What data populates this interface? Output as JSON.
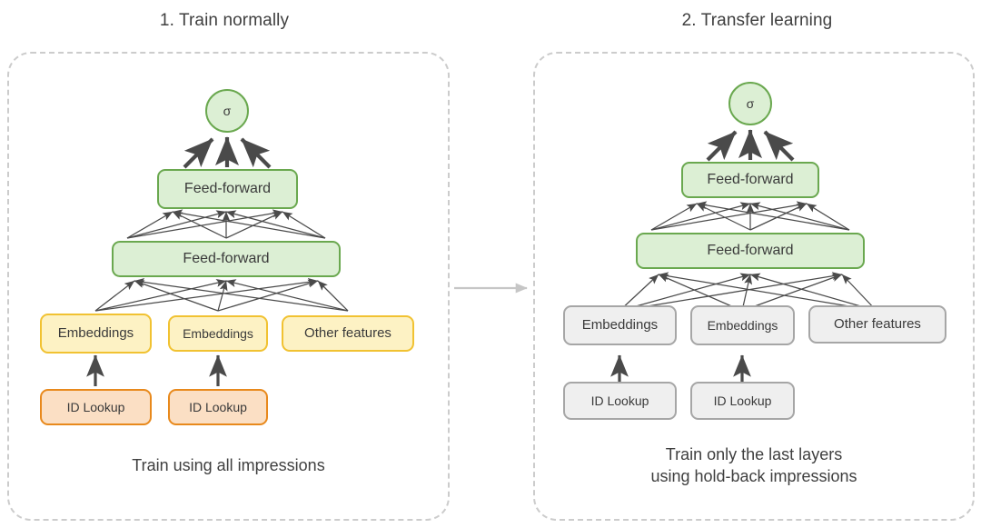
{
  "diagram": {
    "title_left": "1. Train normally",
    "title_right": "2. Transfer learning",
    "caption_left": "Train using all impressions",
    "caption_right": "Train only the last layers\nusing hold-back impressions",
    "sigma_label": "σ",
    "colors": {
      "green_fill": "#dcefd4",
      "green_border": "#6aa84f",
      "yellow_fill": "#fdf2c4",
      "yellow_border": "#f1c232",
      "orange_fill": "#fbdfc4",
      "orange_border": "#e8891c",
      "gray_fill": "#efefef",
      "gray_border": "#a6a6a6",
      "panel_border": "#cccccc",
      "arrow": "#4a4a4a",
      "transfer_arrow": "#cccccc",
      "text": "#3f3f3f"
    },
    "left_panel": {
      "output_node": "σ",
      "feed_forward_top": "Feed-forward",
      "feed_forward_wide": "Feed-forward",
      "feature_row": [
        "Embeddings",
        "Embeddings",
        "Other features"
      ],
      "lookup_row": [
        "ID Lookup",
        "ID Lookup"
      ]
    },
    "right_panel": {
      "output_node": "σ",
      "feed_forward_top": "Feed-forward",
      "feed_forward_wide": "Feed-forward",
      "feature_row": [
        "Embeddings",
        "Embeddings",
        "Other features"
      ],
      "lookup_row": [
        "ID Lookup",
        "ID Lookup"
      ]
    }
  }
}
